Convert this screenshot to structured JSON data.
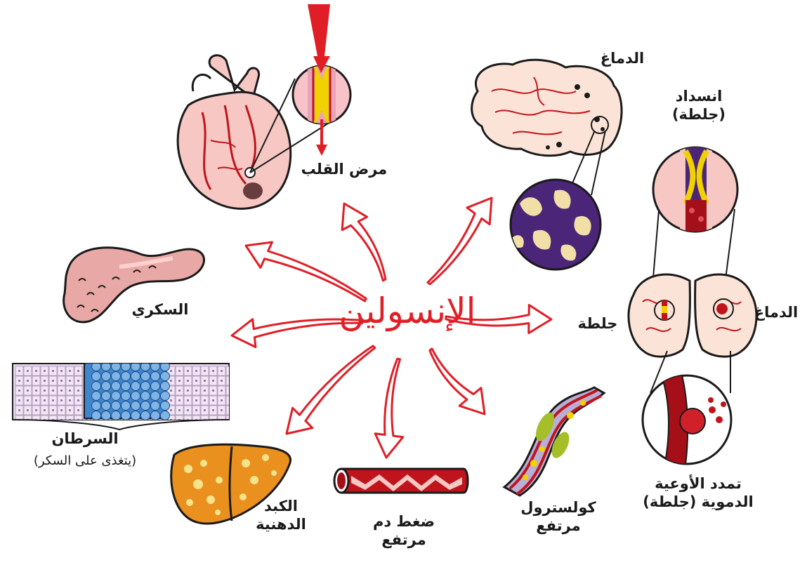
{
  "center": {
    "title": "الإنسولين",
    "color": "#e01e26"
  },
  "colors": {
    "arrow": "#e01e26",
    "tissue_pink": "#f6c7c3",
    "vessel_red": "#c0141c",
    "plaque_yellow": "#f1d200",
    "clot_purple": "#4b2577",
    "liver_orange": "#e9901f",
    "cancer_blue": "#3f86cf",
    "outline": "#1a1a1a"
  },
  "labels": {
    "heart": [
      "مرض القلب"
    ],
    "brain_top": [
      "الدماغ"
    ],
    "blockage": [
      "انسداد",
      "(جلطة)"
    ],
    "brain_right": [
      "الدماغ"
    ],
    "clot": [
      "جلطة"
    ],
    "pancreas": [
      "السكري"
    ],
    "cancer": [
      "السرطان",
      "(يتغذى على السكر)"
    ],
    "liver": [
      "الكبد",
      "الدهنية"
    ],
    "pressure": [
      "ضغط دم",
      "مرتفع"
    ],
    "cholesterol": [
      "كولسترول",
      "مرتفع"
    ],
    "aneurysm": [
      "تمدد الأوعية",
      "الدموية (جلطة)"
    ]
  },
  "icons": [
    "heart-icon",
    "brain-icon",
    "brain-section-icon",
    "pancreas-icon",
    "cancer-cells-icon",
    "fatty-liver-icon",
    "artery-icon",
    "cholesterol-vessel-icon",
    "clot-zoom-icon",
    "aneurysm-zoom-icon",
    "down-arrow-icon"
  ]
}
